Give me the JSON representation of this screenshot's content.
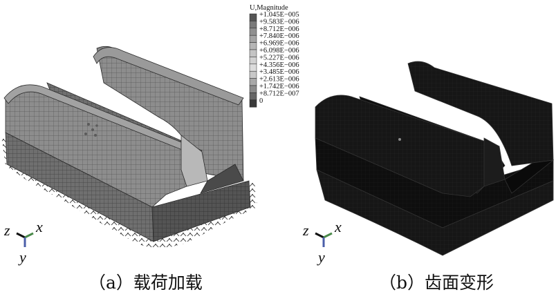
{
  "legend": {
    "title": "U,Magnitude",
    "entries": [
      "+1.045E−005",
      "+9.583E−006",
      "+8.712E−006",
      "+7.840E−006",
      "+6.969E−006",
      "+6.098E−006",
      "+5.227E−006",
      "+4.356E−006",
      "+3.485E−006",
      "+2.613E−006",
      "+1.742E−006",
      "+8.712E−007",
      "0"
    ],
    "colors": [
      "#555555",
      "#7a7a7a",
      "#8f8f8f",
      "#a3a3a3",
      "#b5b5b5",
      "#c4c4c4",
      "#d1d1d1",
      "#dcdcdc",
      "#c8c8c8",
      "#a8a8a8",
      "#8a8a8a",
      "#666666",
      "#3a3a3a"
    ]
  },
  "left_triad": {
    "z": "z",
    "x": "x",
    "y": "y"
  },
  "right_triad": {
    "z": "z",
    "x": "x",
    "y": "y"
  },
  "captions": {
    "left": "（a）载荷加载",
    "right": "（b）齿面变形"
  }
}
